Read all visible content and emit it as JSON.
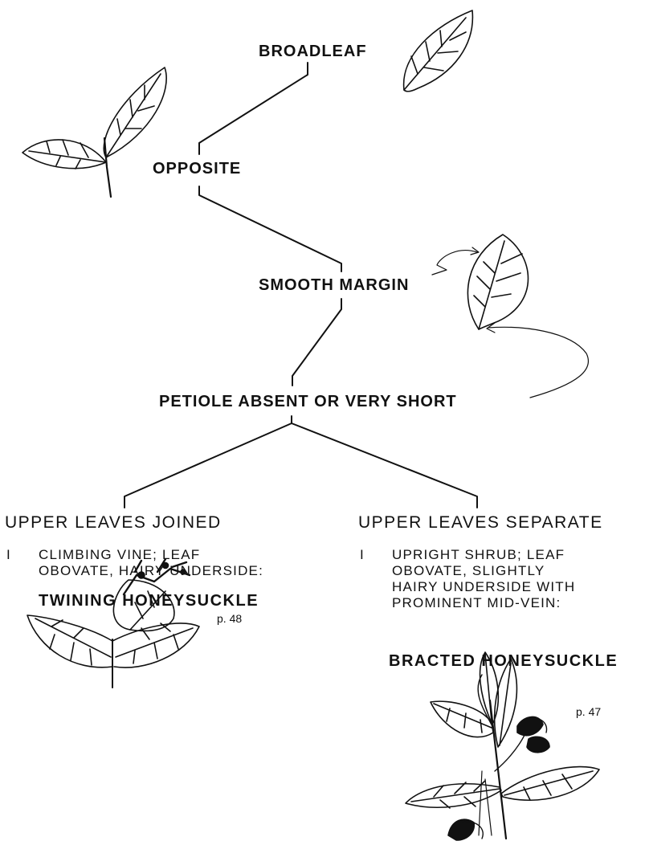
{
  "nodes": {
    "broadleaf": "BROADLEAF",
    "opposite": "OPPOSITE",
    "smooth_margin": "SMOOTH  MARGIN",
    "petiole": "PETIOLE  ABSENT  OR  VERY  SHORT"
  },
  "branches": {
    "left": {
      "heading": "UPPER  LEAVES  JOINED",
      "number": "I",
      "lines": [
        "CLIMBING  VINE;  LEAF",
        "OBOVATE,  HAIRY  UNDERSIDE:"
      ],
      "species": "TWINING  HONEYSUCKLE",
      "page": "p. 48"
    },
    "right": {
      "heading": "UPPER  LEAVES  SEPARATE",
      "number": "I",
      "lines": [
        "UPRIGHT  SHRUB;  LEAF",
        "OBOVATE,  SLIGHTLY",
        "HAIRY  UNDERSIDE  WITH",
        "PROMINENT  MID-VEIN:"
      ],
      "species": "BRACTED  HONEYSUCKLE",
      "page": "p. 47"
    }
  },
  "illustrations": [
    "broadleaf-leaf-icon",
    "opposite-leaves-icon",
    "smooth-margin-leaf-icon",
    "twining-honeysuckle-sprig-icon",
    "bracted-honeysuckle-sprig-icon"
  ],
  "colors": {
    "ink": "#111111",
    "paper": "#ffffff"
  }
}
